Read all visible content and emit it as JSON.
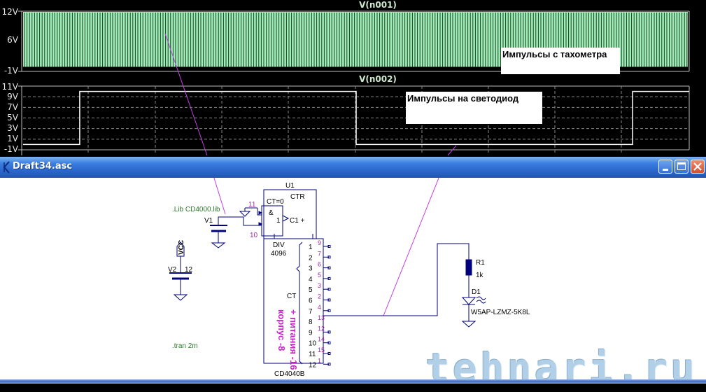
{
  "waveform_viewer": {
    "pane1": {
      "title": "V(n001)",
      "y_labels": [
        "12V",
        "6V",
        "-1V"
      ],
      "annotation": "Импульсы с тахометра",
      "trace_color": "#9ff0b8"
    },
    "pane2": {
      "title": "V(n002)",
      "y_labels": [
        "11V",
        "9V",
        "7V",
        "5V",
        "3V",
        "1V",
        "-1V"
      ],
      "annotation": "Импульсы на светодиод",
      "trace_color": "#ffffff"
    }
  },
  "chart_data": [
    {
      "type": "line",
      "title": "V(n001)",
      "ylabel": "",
      "xlabel": "",
      "ylim": [
        -1,
        12
      ],
      "y_ticks": [
        "12V",
        "6V",
        "-1V"
      ],
      "description": "Dense square-wave pulse train switching between ~0V and ~12V",
      "low_level": 0,
      "high_level": 12,
      "grid": true
    },
    {
      "type": "line",
      "title": "V(n002)",
      "ylabel": "",
      "xlabel": "",
      "ylim": [
        -1,
        11
      ],
      "y_ticks": [
        "11V",
        "9V",
        "7V",
        "5V",
        "3V",
        "1V",
        "-1V"
      ],
      "description": "Divided square wave: low ~0V then high ~10V segments",
      "segments": [
        {
          "x_start": 0.0,
          "x_end": 0.085,
          "level": 0
        },
        {
          "x_start": 0.085,
          "x_end": 0.5,
          "level": 10
        },
        {
          "x_start": 0.5,
          "x_end": 0.915,
          "level": 0
        },
        {
          "x_start": 0.915,
          "x_end": 1.0,
          "level": 10
        }
      ],
      "grid": true
    }
  ],
  "window": {
    "title": "Draft34.asc",
    "buttons": {
      "minimize": "minimize",
      "maximize": "maximize",
      "close": "close"
    }
  },
  "schematic": {
    "directives": {
      "lib": ".Lib CD4000.lib",
      "tran": ".tran 2m"
    },
    "u1": {
      "ref": "U1",
      "ctr": "CTR",
      "ct0": "CT=0",
      "and": "&",
      "c1": "C1 +",
      "one": "1",
      "div": "DIV",
      "div_value": "4096",
      "ct": "CT",
      "part": "CD4040B",
      "pin_in_11": "11",
      "pin_in_10": "10",
      "outputs": [
        {
          "q": "1",
          "pin": "9"
        },
        {
          "q": "2",
          "pin": "7"
        },
        {
          "q": "3",
          "pin": "6"
        },
        {
          "q": "4",
          "pin": "5"
        },
        {
          "q": "5",
          "pin": "3"
        },
        {
          "q": "6",
          "pin": "2"
        },
        {
          "q": "7",
          "pin": "4"
        },
        {
          "q": "8",
          "pin": "13"
        },
        {
          "q": "9",
          "pin": "12"
        },
        {
          "q": "10",
          "pin": "14"
        },
        {
          "q": "11",
          "pin": "15"
        },
        {
          "q": "12",
          "pin": "1"
        }
      ],
      "note_line1": "+ питания -16",
      "note_line2": "корпус -8"
    },
    "v1": {
      "ref": "V1"
    },
    "v2": {
      "ref": "V2",
      "value": "12",
      "net": "VCC"
    },
    "r1": {
      "ref": "R1",
      "value": "1k"
    },
    "d1": {
      "ref": "D1",
      "value": "W5AP-LZMZ-5K8L"
    },
    "watermark": "tehnari.ru"
  }
}
